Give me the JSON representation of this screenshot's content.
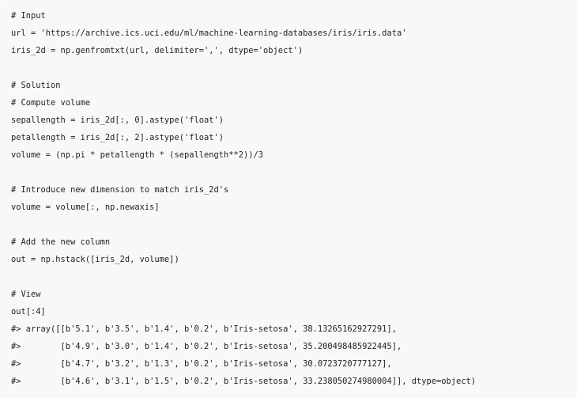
{
  "code": {
    "lines": [
      "# Input",
      "url = 'https://archive.ics.uci.edu/ml/machine-learning-databases/iris/iris.data'",
      "iris_2d = np.genfromtxt(url, delimiter=',', dtype='object')",
      "",
      "# Solution",
      "# Compute volume",
      "sepallength = iris_2d[:, 0].astype('float')",
      "petallength = iris_2d[:, 2].astype('float')",
      "volume = (np.pi * petallength * (sepallength**2))/3",
      "",
      "# Introduce new dimension to match iris_2d's",
      "volume = volume[:, np.newaxis]",
      "",
      "# Add the new column",
      "out = np.hstack([iris_2d, volume])",
      "",
      "# View",
      "out[:4]",
      "#> array([[b'5.1', b'3.5', b'1.4', b'0.2', b'Iris-setosa', 38.13265162927291],",
      "#>        [b'4.9', b'3.0', b'1.4', b'0.2', b'Iris-setosa', 35.200498485922445],",
      "#>        [b'4.7', b'3.2', b'1.3', b'0.2', b'Iris-setosa', 30.0723720777127],",
      "#>        [b'4.6', b'3.1', b'1.5', b'0.2', b'Iris-setosa', 33.238050274980004]], dtype=object)"
    ]
  }
}
